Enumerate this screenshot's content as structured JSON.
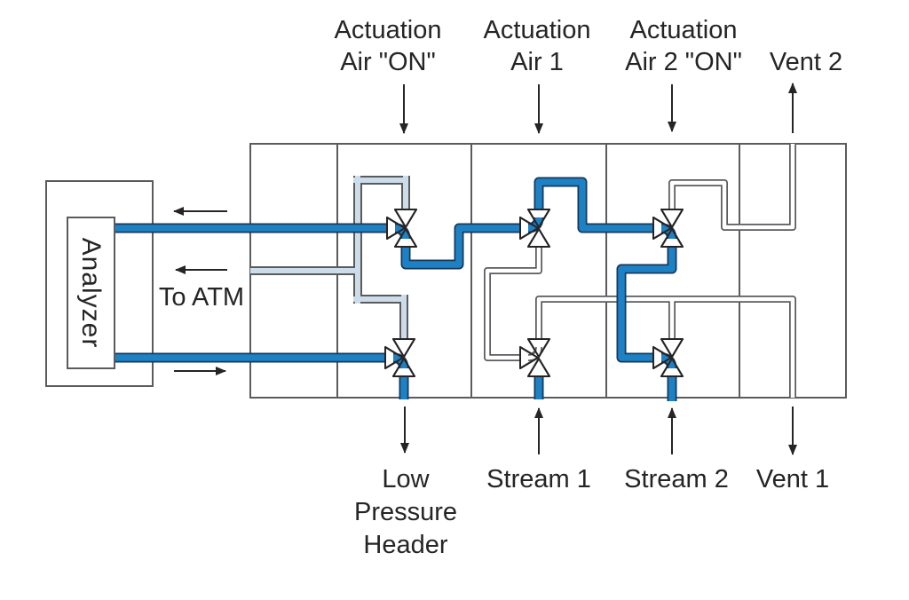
{
  "diagram": {
    "top_labels": [
      {
        "line1": "Actuation",
        "line2": "Air \"ON\""
      },
      {
        "line1": "Actuation",
        "line2": "Air 1"
      },
      {
        "line1": "Actuation",
        "line2": "Air 2 \"ON\""
      },
      {
        "line1": "Vent 2"
      }
    ],
    "left_labels": {
      "analyzer": "Analyzer",
      "to_atm": "To ATM"
    },
    "bottom_labels": [
      {
        "line1": "Low",
        "line2": "Pressure",
        "line3": "Header"
      },
      {
        "line1": "Stream 1"
      },
      {
        "line1": "Stream 2"
      },
      {
        "line1": "Vent 1"
      }
    ]
  },
  "colors": {
    "pipe_blue": "#1e81c4",
    "pipe_blue_outline": "#16395c",
    "pipe_pale": "#ccdce8",
    "pipe_white": "#ffffff",
    "pipe_outline": "#5a5b5e",
    "line_gray": "#5a5b5e",
    "ink": "#262424"
  }
}
